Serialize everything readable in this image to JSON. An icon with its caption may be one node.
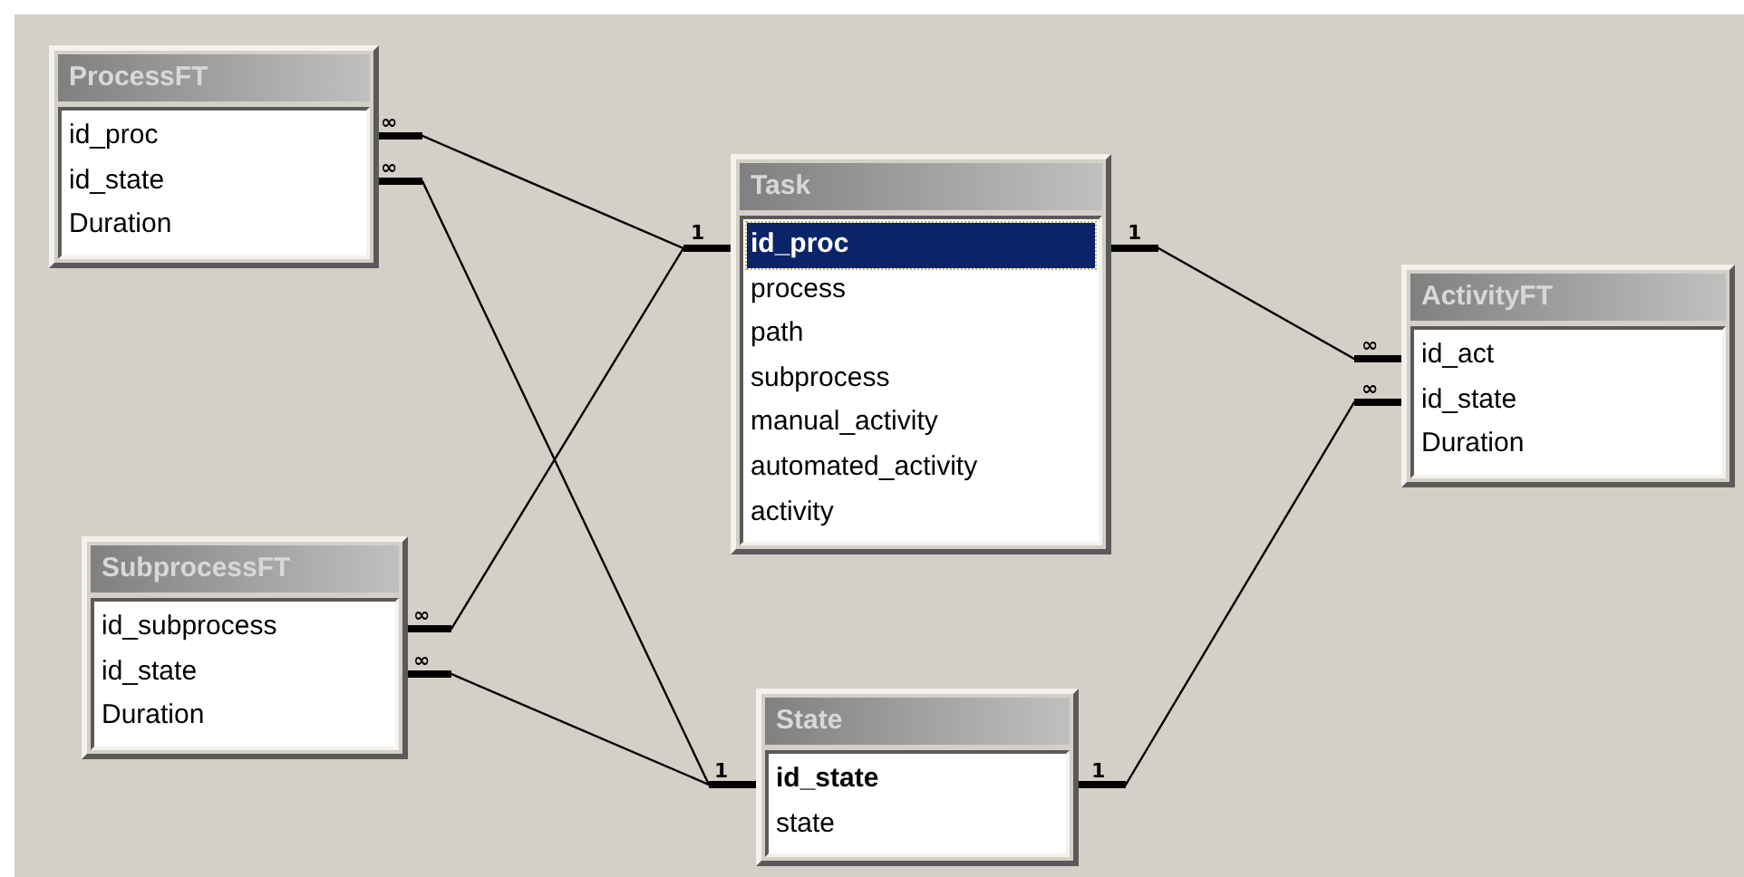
{
  "diagram": {
    "nodes": [
      {
        "text": [
          "ProcessFT",
          "id_proc",
          "id_state",
          "Duration"
        ]
      },
      {
        "text": [
          "Task",
          "id_proc",
          "process",
          "path",
          "subprocess",
          "manual_activity",
          "automated_activity",
          "activity"
        ]
      },
      {
        "text": [
          "ActivityFT",
          "id_act",
          "id_state",
          "Duration"
        ]
      },
      {
        "text": [
          "SubprocessFT",
          "id_subprocess",
          "id_state",
          "Duration"
        ]
      },
      {
        "text": [
          "State",
          "id_state",
          "state"
        ]
      }
    ],
    "edges": [
      {
        "from": 0,
        "to": 1,
        "arrow": "other"
      },
      {
        "from": 0,
        "to": 4,
        "arrow": "other"
      },
      {
        "from": 2,
        "to": 1,
        "arrow": "other"
      },
      {
        "from": 2,
        "to": 4,
        "arrow": "other"
      },
      {
        "from": 3,
        "to": 1,
        "arrow": "other"
      },
      {
        "from": 3,
        "to": 4,
        "arrow": "other"
      }
    ],
    "labels": [
      "∞",
      "∞",
      "1",
      "1",
      "∞",
      "∞",
      "∞",
      "∞",
      "1",
      "1"
    ]
  }
}
